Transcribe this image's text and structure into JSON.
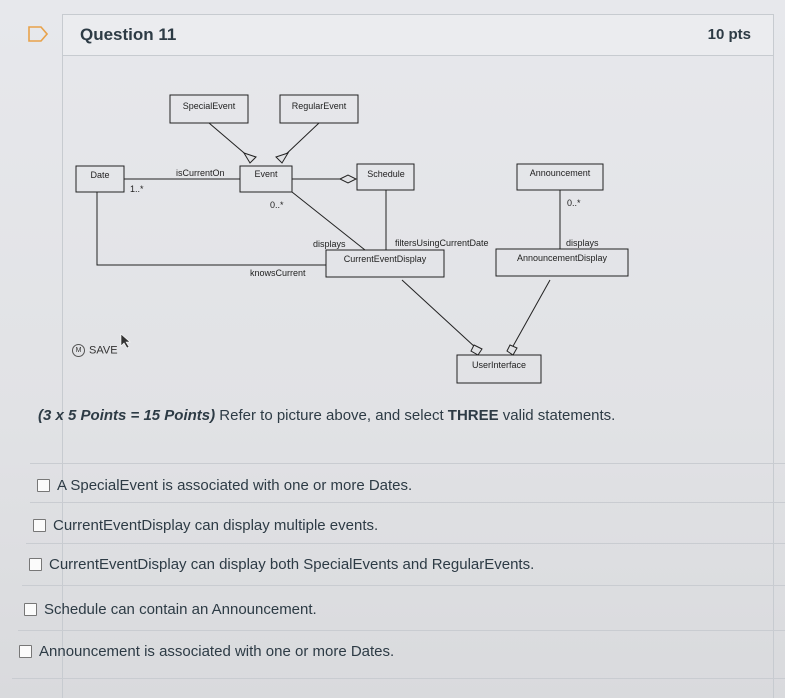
{
  "question": {
    "title": "Question 11",
    "points": "10 pts"
  },
  "diagram": {
    "classes": {
      "special_event": "SpecialEvent",
      "regular_event": "RegularEvent",
      "date": "Date",
      "event": "Event",
      "schedule": "Schedule",
      "announcement": "Announcement",
      "current_event_display": "CurrentEventDisplay",
      "announcement_display": "AnnouncementDisplay",
      "user_interface": "UserInterface"
    },
    "labels": {
      "is_current_on": "isCurrentOn",
      "date_mult": "1..*",
      "event_mult": "0..*",
      "announcement_mult": "0..*",
      "displays_1": "displays",
      "filters": "filtersUsingCurrentDate",
      "displays_2": "displays",
      "knows_current": "knowsCurrent"
    }
  },
  "save": {
    "badge": "M",
    "label": "SAVE"
  },
  "prompt": {
    "points": "(3 x 5 Points = 15 Points)",
    "text_before": " Refer to picture above, and select ",
    "emphasis": "THREE",
    "text_after": " valid statements."
  },
  "options": [
    {
      "label": "A SpecialEvent is associated with one or more Dates.",
      "checked": false
    },
    {
      "label": "CurrentEventDisplay can display multiple events.",
      "checked": false
    },
    {
      "label": "CurrentEventDisplay can display both SpecialEvents and RegularEvents.",
      "checked": false
    },
    {
      "label": "Schedule can contain an Announcement.",
      "checked": false
    },
    {
      "label": "Announcement is associated with one or more Dates.",
      "checked": false
    }
  ]
}
